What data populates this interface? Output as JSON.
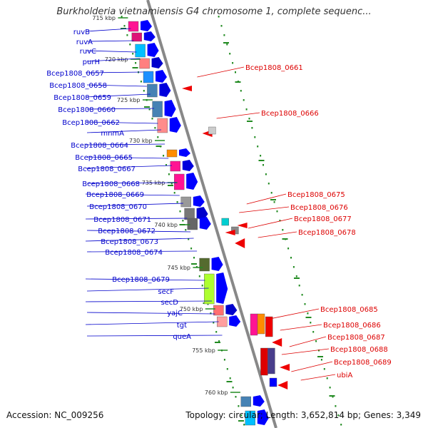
{
  "title": "Burkholderia vietnamiensis G4 chromosome 1, complete sequenc...",
  "footer": {
    "accession": "Accession: NC_009256",
    "info": "Topology: circular; Length: 3,652,814 bp; Genes: 3,349"
  },
  "colors": {
    "forward_label": "#0000cc",
    "reverse_label": "#dd0000",
    "backbone": "#888888",
    "dot_track": "#228b22"
  },
  "ticks": [
    "715 kbp",
    "720 kbp",
    "725 kbp",
    "730 kbp",
    "735 kbp",
    "740 kbp",
    "745 kbp",
    "750 kbp",
    "755 kbp",
    "760 kbp"
  ],
  "forward_genes": [
    "ruvB",
    "ruvA",
    "ruvC",
    "purH",
    "Bcep1808_0657",
    "Bcep1808_0658",
    "Bcep1808_0659",
    "Bcep1808_0660",
    "Bcep1808_0662",
    "mnmA",
    "Bcep1808_0664",
    "Bcep1808_0665",
    "Bcep1808_0667",
    "Bcep1808_0668",
    "Bcep1808_0669",
    "Bcep1808_0670",
    "Bcep1808_0671",
    "Bcep1808_0672",
    "Bcep1808_0673",
    "Bcep1808_0674",
    "Bcep1808_0679",
    "secF",
    "secD",
    "yajC",
    "tgt",
    "queA"
  ],
  "reverse_genes": [
    "Bcep1808_0661",
    "Bcep1808_0666",
    "Bcep1808_0675",
    "Bcep1808_0676",
    "Bcep1808_0677",
    "Bcep1808_0678",
    "Bcep1808_0685",
    "Bcep1808_0686",
    "Bcep1808_0687",
    "Bcep1808_0688",
    "Bcep1808_0689",
    "ubiA"
  ]
}
